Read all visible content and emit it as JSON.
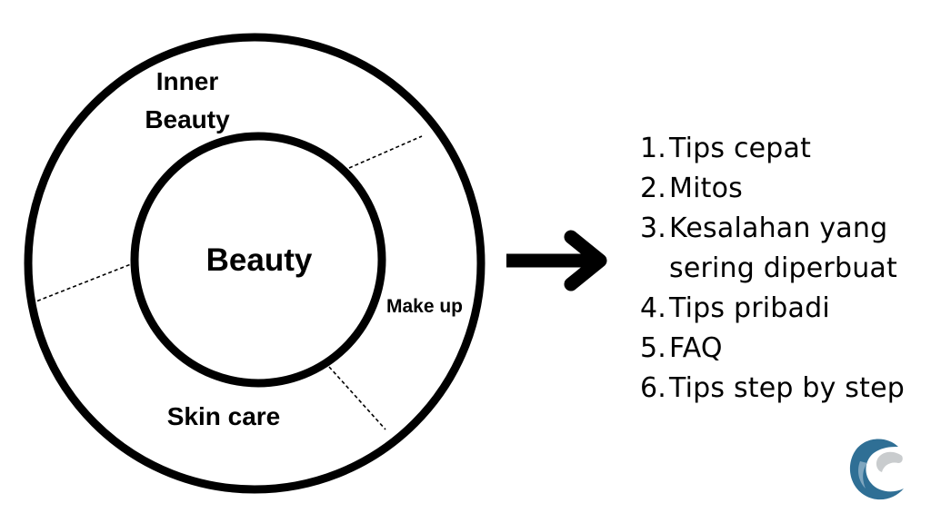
{
  "diagram": {
    "center_label": "Beauty",
    "outer_labels": {
      "inner_beauty_line1": "Inner",
      "inner_beauty_line2": "Beauty",
      "make_up": "Make up",
      "skin_care": "Skin care"
    }
  },
  "topics": [
    {
      "number": "1.",
      "text": "Tips cepat"
    },
    {
      "number": "2.",
      "text": "Mitos"
    },
    {
      "number": "3.",
      "text": "Kesalahan yang sering diperbuat"
    },
    {
      "number": "4.",
      "text": "Tips pribadi"
    },
    {
      "number": "5.",
      "text": "FAQ"
    },
    {
      "number": "6.",
      "text": "Tips step by step"
    }
  ],
  "colors": {
    "ink": "#000000",
    "background": "#ffffff",
    "logo_blue": "#2f6f95",
    "logo_grey": "#c9ccce"
  }
}
